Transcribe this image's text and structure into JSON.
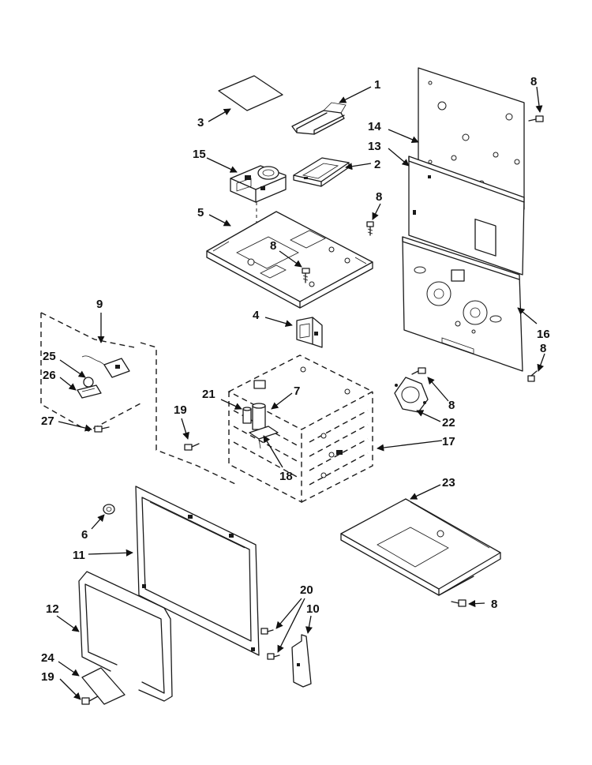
{
  "callouts": [
    {
      "id": "c1",
      "label": "1"
    },
    {
      "id": "c2",
      "label": "2"
    },
    {
      "id": "c3",
      "label": "3"
    },
    {
      "id": "c4",
      "label": "4"
    },
    {
      "id": "c5",
      "label": "5"
    },
    {
      "id": "c6",
      "label": "6"
    },
    {
      "id": "c7",
      "label": "7"
    },
    {
      "id": "c8a",
      "label": "8"
    },
    {
      "id": "c8b",
      "label": "8"
    },
    {
      "id": "c8c",
      "label": "8"
    },
    {
      "id": "c8d",
      "label": "8"
    },
    {
      "id": "c8e",
      "label": "8"
    },
    {
      "id": "c8f",
      "label": "8"
    },
    {
      "id": "c9",
      "label": "9"
    },
    {
      "id": "c10",
      "label": "10"
    },
    {
      "id": "c11",
      "label": "11"
    },
    {
      "id": "c12",
      "label": "12"
    },
    {
      "id": "c13",
      "label": "13"
    },
    {
      "id": "c14",
      "label": "14"
    },
    {
      "id": "c15",
      "label": "15"
    },
    {
      "id": "c16",
      "label": "16"
    },
    {
      "id": "c17",
      "label": "17"
    },
    {
      "id": "c18",
      "label": "18"
    },
    {
      "id": "c19a",
      "label": "19"
    },
    {
      "id": "c19b",
      "label": "19"
    },
    {
      "id": "c20",
      "label": "20"
    },
    {
      "id": "c21",
      "label": "21"
    },
    {
      "id": "c22",
      "label": "22"
    },
    {
      "id": "c23",
      "label": "23"
    },
    {
      "id": "c24",
      "label": "24"
    },
    {
      "id": "c25",
      "label": "25"
    },
    {
      "id": "c26",
      "label": "26"
    },
    {
      "id": "c27",
      "label": "27"
    }
  ]
}
